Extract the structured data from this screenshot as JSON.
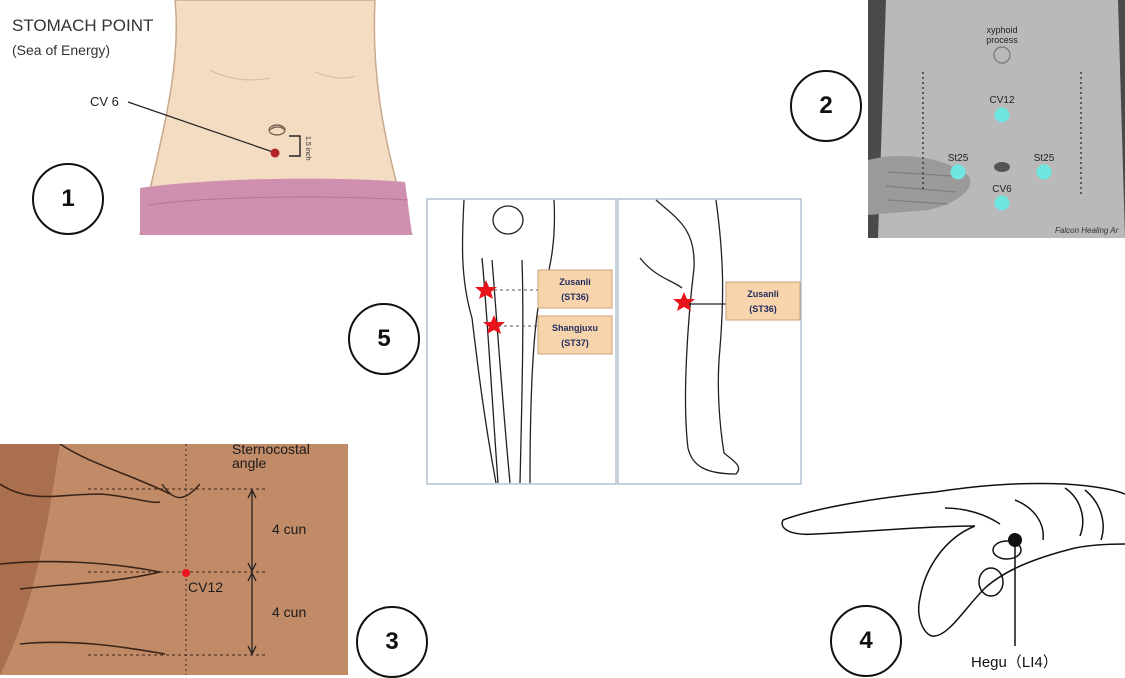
{
  "panel1": {
    "title": "STOMACH POINT",
    "subtitle": "(Sea of Energy)",
    "point_label": "CV 6",
    "distance_label": "1.5 inch",
    "number": "1"
  },
  "panel2": {
    "xyphoid_line1": "xyphoid",
    "xyphoid_line2": "process",
    "points": [
      "CV12",
      "St25",
      "St25",
      "CV6"
    ],
    "watermark": "Falcon Healing Ar",
    "number": "2"
  },
  "panel3": {
    "sternocostal_line1": "Sternocostal",
    "sternocostal_line2": "angle",
    "upper_distance": "4 cun",
    "lower_distance": "4 cun",
    "point_label": "CV12",
    "number": "3"
  },
  "panel4": {
    "point_label": "Hegu（LI4）",
    "number": "4"
  },
  "panel5": {
    "front_labels": [
      {
        "name": "Zusanli",
        "code": "(ST36)"
      },
      {
        "name": "Shangjuxu",
        "code": "(ST37)"
      }
    ],
    "side_label": {
      "name": "Zusanli",
      "code": "(ST36)"
    },
    "number": "5"
  },
  "colors": {
    "skin": "#f4dcc3",
    "cloth": "#cf8fae",
    "photo_bg": "#4a4a4a",
    "photo_skin": "#b9b9b9",
    "aqua_point": "#6fe6e0",
    "label_box": "#f8d4ad",
    "star_red": "#e8141b",
    "point_dark_red": "#b3232a",
    "abdomen_photo": "#b87f5d"
  }
}
